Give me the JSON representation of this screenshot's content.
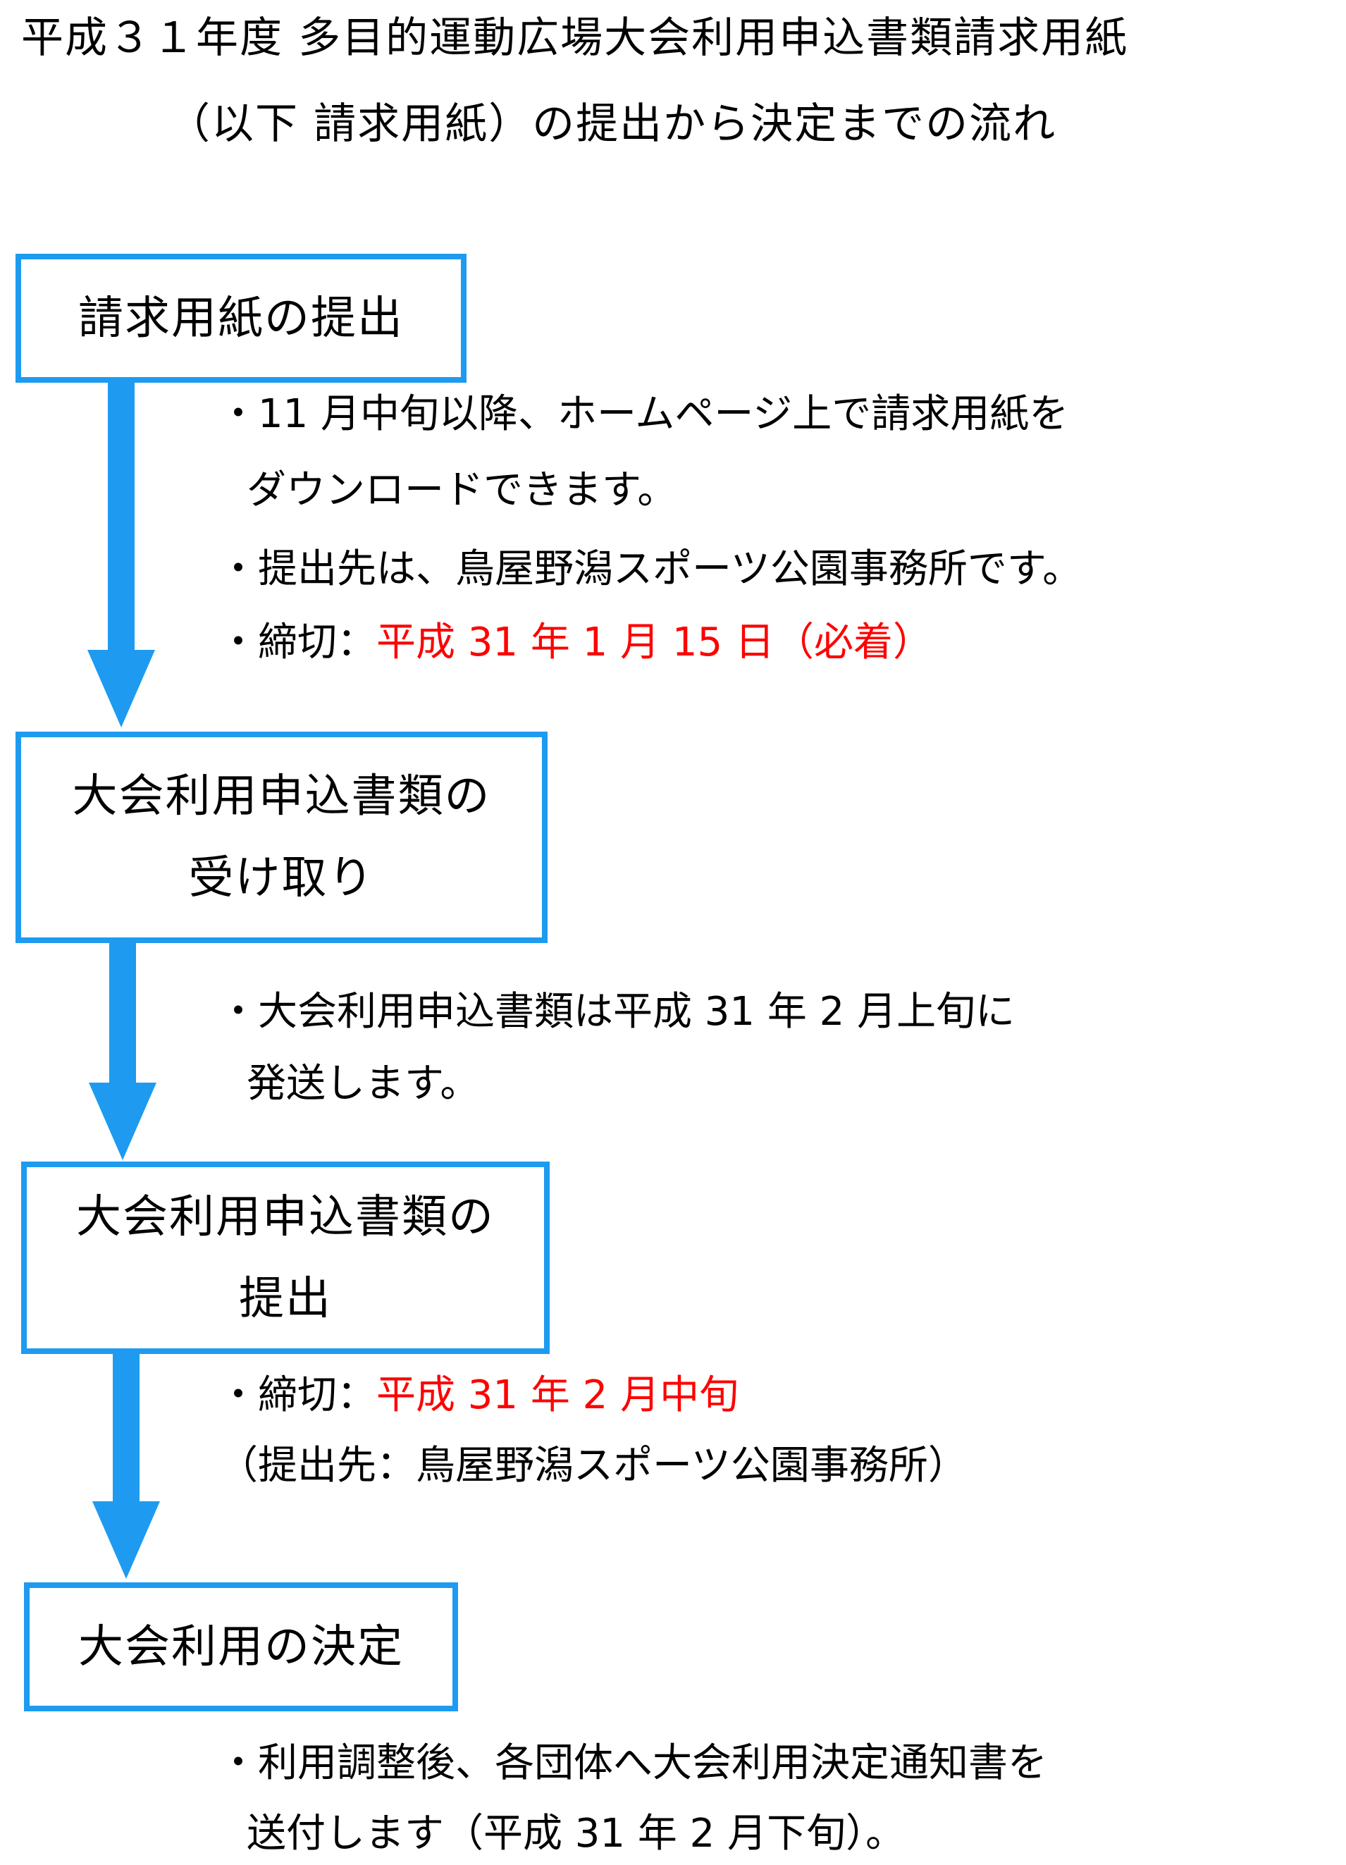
{
  "title": {
    "line1": "平成３１年度 多目的運動広場大会利用申込書類請求用紙",
    "line2": "（以下 請求用紙）の提出から決定までの流れ"
  },
  "colors": {
    "box_border": "#1e9bf0",
    "arrow": "#1e9bf0",
    "highlight": "#ff0000"
  },
  "steps": [
    {
      "lines": [
        "請求用紙の提出"
      ]
    },
    {
      "lines": [
        "大会利用申込書類の",
        "受け取り"
      ]
    },
    {
      "lines": [
        "大会利用申込書類の",
        "提出"
      ]
    },
    {
      "lines": [
        "大会利用の決定"
      ]
    }
  ],
  "notes": {
    "step1": {
      "line1": "・11 月中旬以降、ホームページ上で請求用紙を",
      "line2": "ダウンロードできます。",
      "line3": "・提出先は、鳥屋野潟スポーツ公園事務所です。",
      "line4_label": "・締切：",
      "line4_value": "平成 31 年 1 月 15 日（必着）"
    },
    "step2": {
      "line1": "・大会利用申込書類は平成 31 年 2 月上旬に",
      "line2": "発送します。"
    },
    "step3": {
      "line1_label": "・締切：",
      "line1_value": "平成 31 年 2 月中旬",
      "line2": "（提出先：鳥屋野潟スポーツ公園事務所）"
    },
    "step4": {
      "line1": "・利用調整後、各団体へ大会利用決定通知書を",
      "line2": "送付します（平成 31 年 2 月下旬）。"
    }
  }
}
